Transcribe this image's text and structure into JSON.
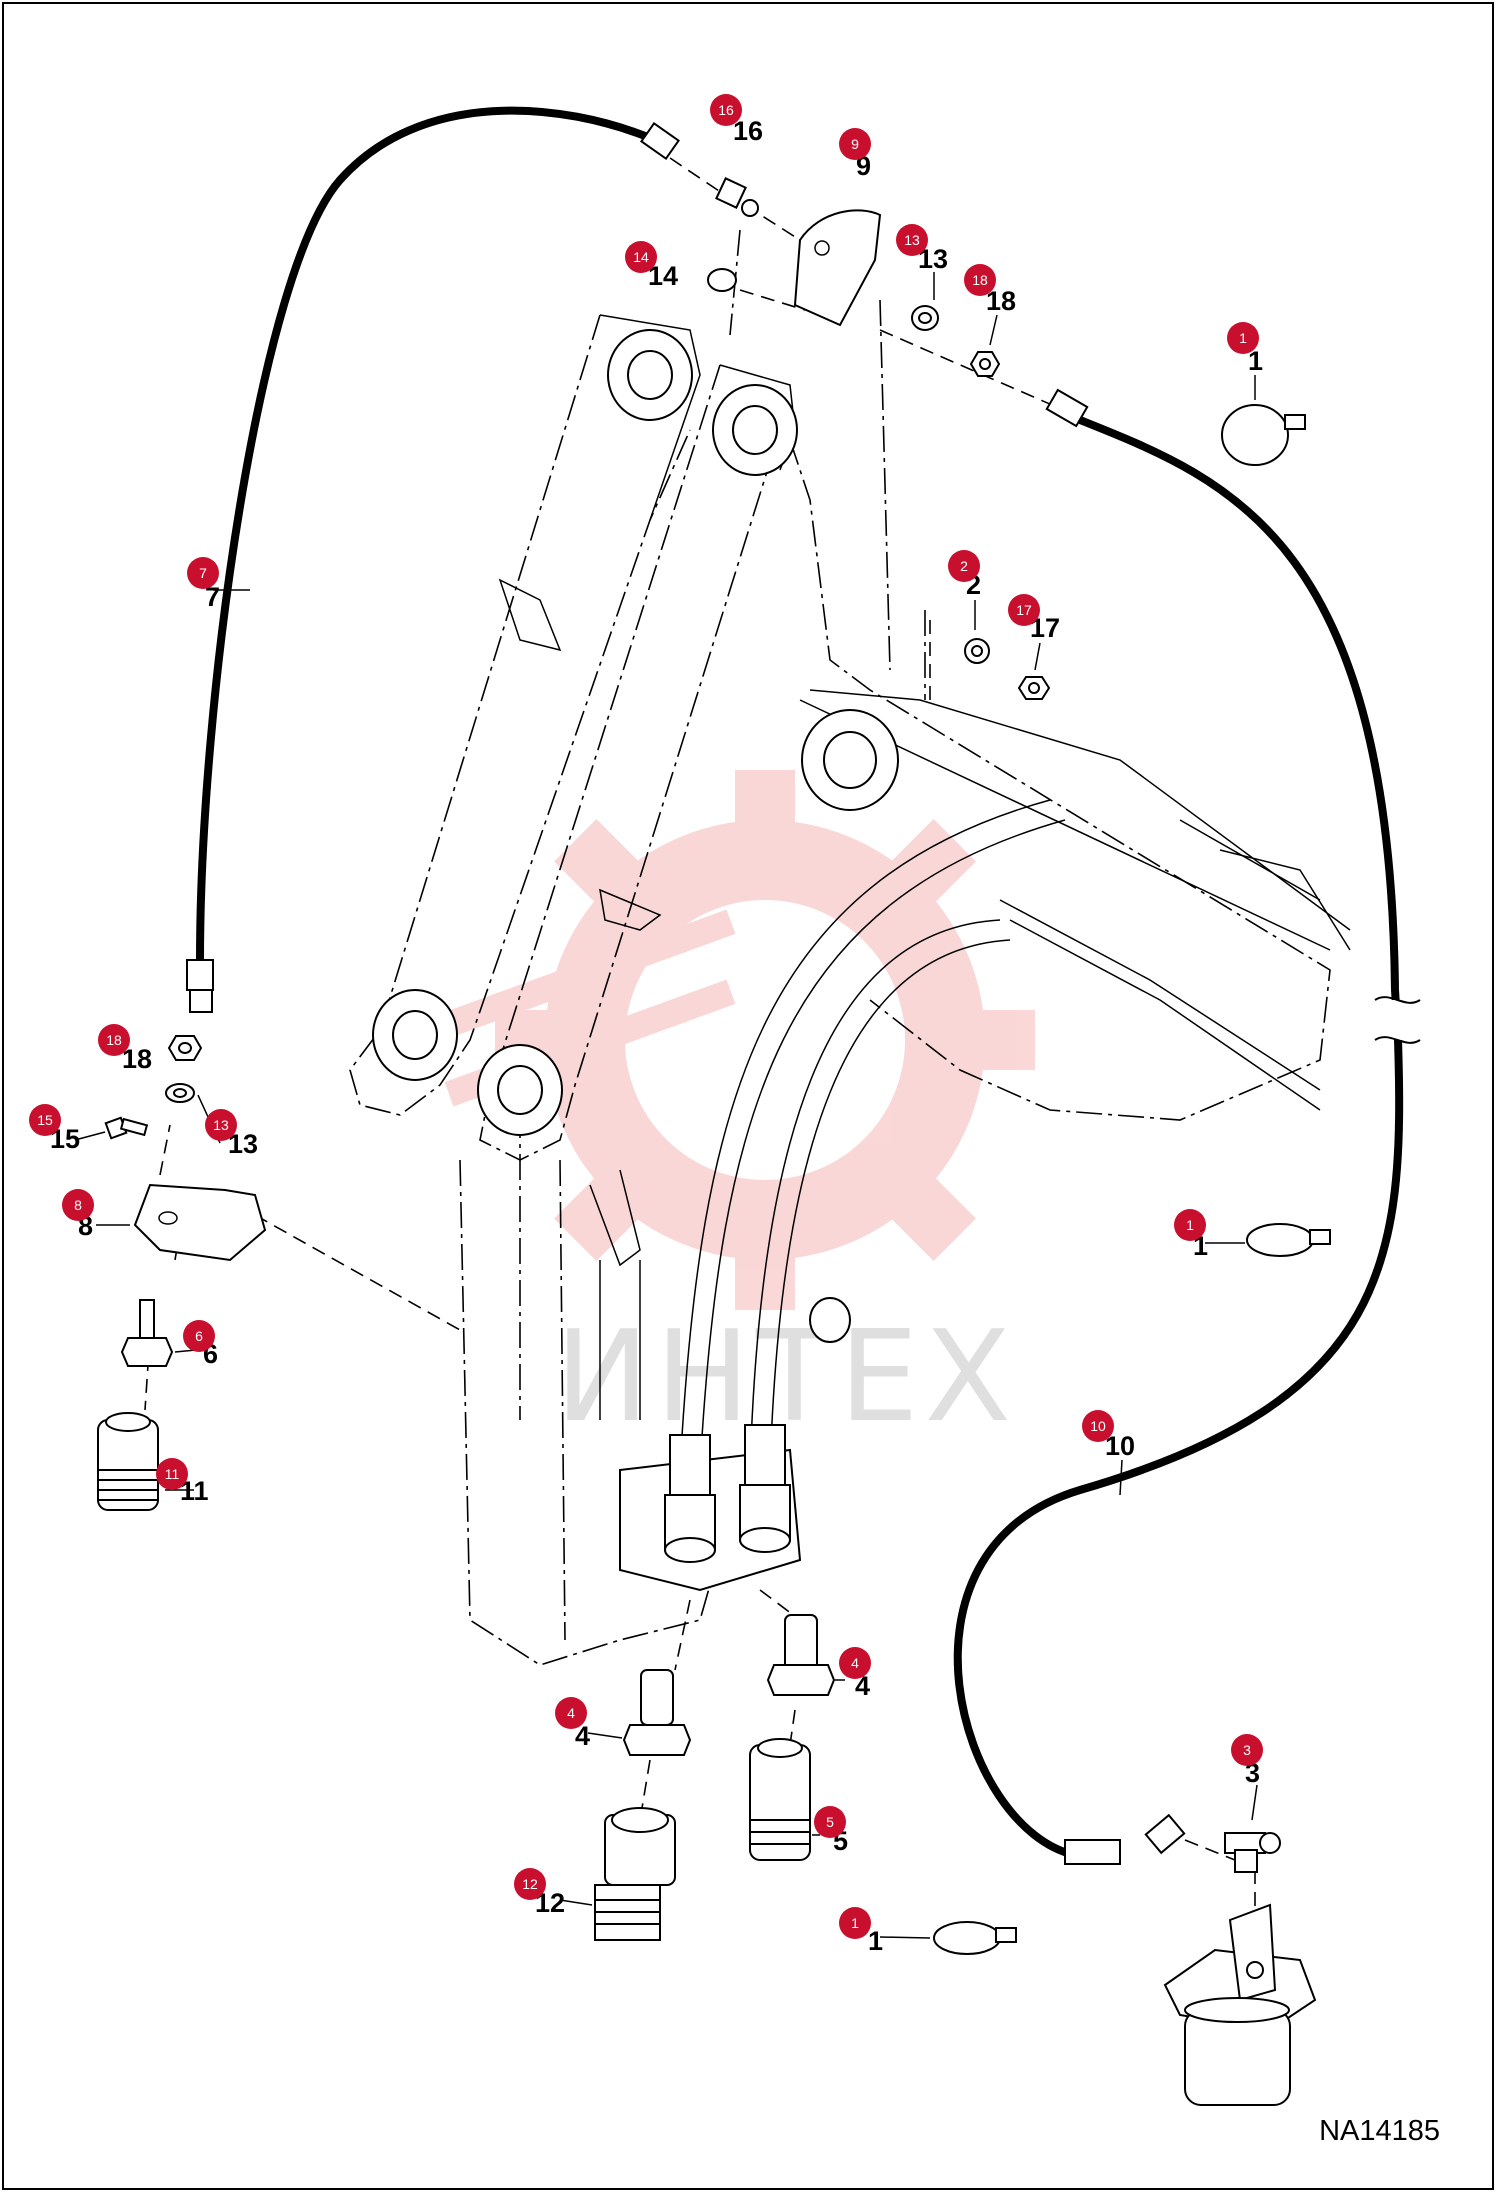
{
  "drawing_id": "NA14185",
  "watermark": "ИНТЕХ",
  "colors": {
    "badge": "#c8102e",
    "line": "#000000",
    "watermark_gear": "#f5b8b8"
  },
  "callouts": [
    {
      "label": "16",
      "badge": "16"
    },
    {
      "label": "9",
      "badge": "9"
    },
    {
      "label": "14",
      "badge": "14"
    },
    {
      "label": "13",
      "badge": "13"
    },
    {
      "label": "18",
      "badge": "18"
    },
    {
      "label": "1",
      "badge": "1"
    },
    {
      "label": "7",
      "badge": "7"
    },
    {
      "label": "2",
      "badge": "2"
    },
    {
      "label": "17",
      "badge": "17"
    },
    {
      "label": "18",
      "badge": "18"
    },
    {
      "label": "15",
      "badge": "15"
    },
    {
      "label": "13",
      "badge": "13"
    },
    {
      "label": "8",
      "badge": "8"
    },
    {
      "label": "6",
      "badge": "6"
    },
    {
      "label": "11",
      "badge": "11"
    },
    {
      "label": "1",
      "badge": "1"
    },
    {
      "label": "10",
      "badge": "10"
    },
    {
      "label": "4",
      "badge": "4"
    },
    {
      "label": "4",
      "badge": "4"
    },
    {
      "label": "3",
      "badge": "3"
    },
    {
      "label": "5",
      "badge": "5"
    },
    {
      "label": "12",
      "badge": "12"
    },
    {
      "label": "1",
      "badge": "1"
    }
  ]
}
